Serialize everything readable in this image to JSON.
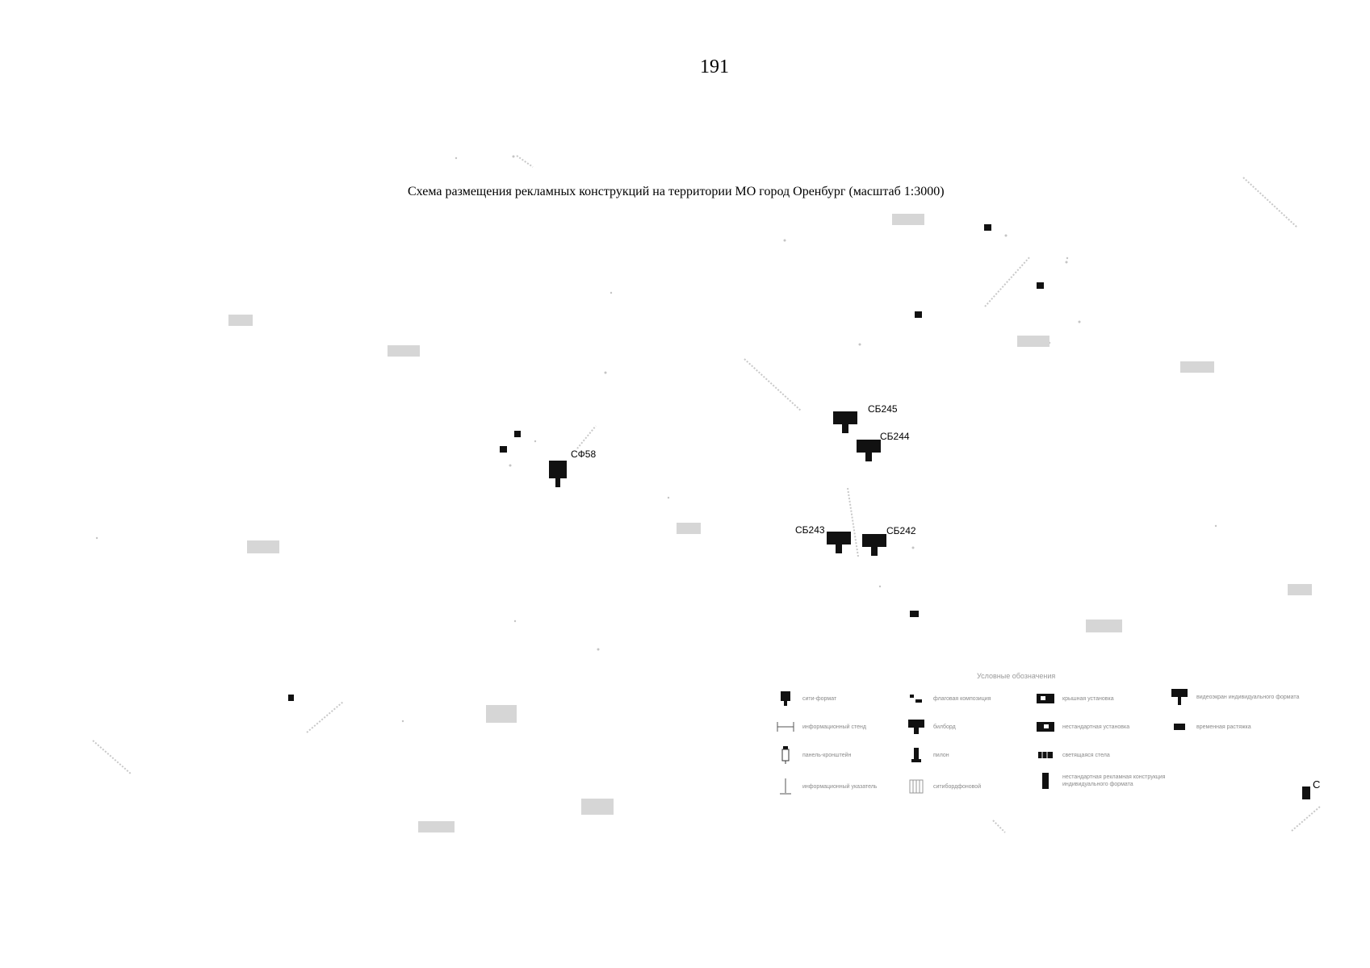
{
  "page_number": "191",
  "title": "Схема размещения рекламных конструкций на территории МО город Оренбург (масштаб 1:3000)",
  "markers": [
    {
      "id": "СФ58",
      "type": "city-format"
    },
    {
      "id": "СБ245",
      "type": "billboard"
    },
    {
      "id": "СБ244",
      "type": "billboard"
    },
    {
      "id": "СБ243",
      "type": "billboard"
    },
    {
      "id": "СБ242",
      "type": "billboard"
    }
  ],
  "legend": {
    "title": "Условные обозначения",
    "items": [
      {
        "icon": "city-format-icon",
        "label": "сити-формат"
      },
      {
        "icon": "flag-composition-icon",
        "label": "флаговая композиция"
      },
      {
        "icon": "roof-installation-icon",
        "label": "крышная установка"
      },
      {
        "icon": "video-screen-icon",
        "label": "видеоэкран индивидуального формата"
      },
      {
        "icon": "info-stand-icon",
        "label": "информационный стенд"
      },
      {
        "icon": "billboard-icon",
        "label": "билборд"
      },
      {
        "icon": "nonstandard-installation-icon",
        "label": "нестандартная установка"
      },
      {
        "icon": "temporary-banner-icon",
        "label": "временная растяжка"
      },
      {
        "icon": "bracket-panel-icon",
        "label": "панель-кронштейн"
      },
      {
        "icon": "pylon-icon",
        "label": "пилон"
      },
      {
        "icon": "transparent-banner-icon",
        "label": "светящаяся стела"
      },
      {
        "icon": "info-pointer-icon",
        "label": "информационный указатель"
      },
      {
        "icon": "citiboard-icon",
        "label": "ситибордфоновой"
      },
      {
        "icon": "individual-format-icon",
        "label": "нестандартная рекламная конструкция индивидуального формата"
      }
    ]
  },
  "edge_label": "С"
}
